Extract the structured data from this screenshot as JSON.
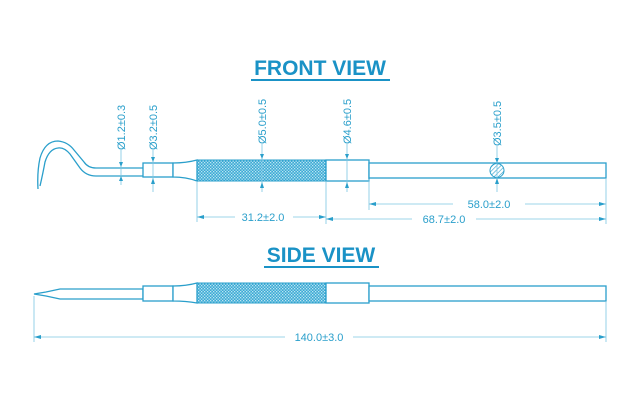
{
  "front_view": {
    "title": "FRONT VIEW",
    "dims": {
      "tip_diameter": "Ø1.2±0.3",
      "collar_diameter": "Ø3.2±0.5",
      "grip_diameter": "Ø5.0±0.5",
      "ferrule_diameter": "Ø4.6±0.5",
      "shaft_diameter": "Ø3.5±0.5",
      "grip_length": "31.2±2.0",
      "shaft_length": "58.0±2.0",
      "rear_length": "68.7±2.0"
    }
  },
  "side_view": {
    "title": "SIDE VIEW",
    "dims": {
      "overall_length": "140.0±3.0"
    }
  },
  "colors": {
    "line": "#2a9fcb",
    "title": "#1a92c6"
  }
}
